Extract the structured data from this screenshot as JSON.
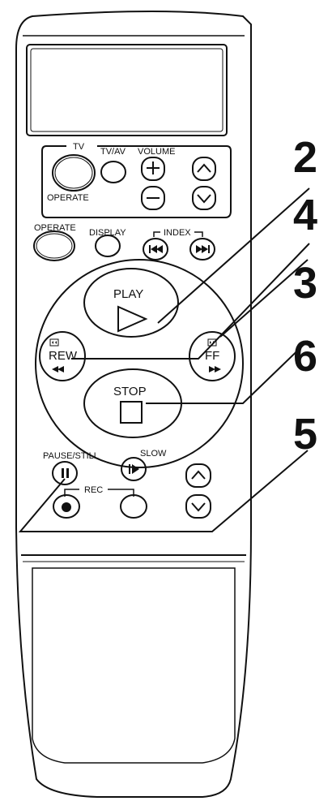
{
  "remote": {
    "labels": {
      "tv": "TV",
      "operate_tv": "OPERATE",
      "tv_av": "TV/AV",
      "volume": "VOLUME",
      "operate": "OPERATE",
      "display": "DISPLAY",
      "index": "INDEX",
      "play": "PLAY",
      "rew": "REW",
      "ff": "FF",
      "stop": "STOP",
      "pause_still": "PAUSE/STILL",
      "slow": "SLOW",
      "rec": "REC"
    },
    "callouts": {
      "c2": "2",
      "c4": "4",
      "c3": "3",
      "c6": "6",
      "c5": "5"
    }
  }
}
